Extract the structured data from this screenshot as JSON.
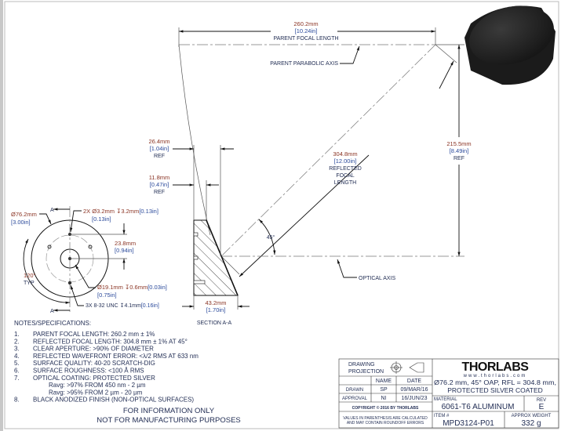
{
  "dimensions": {
    "parent_focal": {
      "mm": "260.2mm",
      "in": "[10.24in]",
      "label": "PARENT FOCAL LENGTH"
    },
    "parent_axis_label": "PARENT PARABOLIC AXIS",
    "height": {
      "mm": "215.5mm",
      "in": "[8.49in]",
      "label": "REF"
    },
    "reflected": {
      "mm": "304.8mm",
      "in": "[12.00in]",
      "label1": "REFLECTED",
      "label2": "FOCAL",
      "label3": "LENGTH"
    },
    "d26": {
      "mm": "26.4mm",
      "in": "[1.04in]",
      "label": "REF"
    },
    "d11": {
      "mm": "11.8mm",
      "in": "[0.47in]",
      "label": "REF"
    },
    "d43": {
      "mm": "43.2mm",
      "in": "[1.70in]"
    },
    "angle": "45°",
    "optical_axis_label": "OPTICAL AXIS",
    "section_label": "SECTION A-A",
    "diameter": {
      "mm": "Ø76.2mm",
      "in": "[3.00in]"
    },
    "holes2x": {
      "text": "2X  Ø3.2mm ↧3.2mm",
      "in1": "[0.13in]",
      "in2": "[0.13in]"
    },
    "d23": {
      "mm": "23.8mm",
      "in": "[0.94in]"
    },
    "angle120": "120°",
    "typ": "TYP",
    "bore": {
      "text": "Ø19.1mm ↧0.6mm",
      "in1": "[0.03in]",
      "in2": "[0.75in]"
    },
    "tapped": {
      "text": "3X 8-32 UNC ↧4.1mm",
      "in": "[0.16in]"
    },
    "section_marker": "A"
  },
  "notes": {
    "title": "NOTES/SPECIFICATIONS:",
    "items": [
      {
        "num": "1.",
        "text": "PARENT FOCAL LENGTH: 260.2 mm ± 1%"
      },
      {
        "num": "2.",
        "text": "REFLECTED FOCAL LENGTH: 304.8 mm ± 1% AT 45°"
      },
      {
        "num": "3.",
        "text": "CLEAR APERTURE: >90% OF DIAMETER"
      },
      {
        "num": "4.",
        "text": "REFLECTED WAVEFRONT ERROR: <λ/2 RMS AT 633 nm"
      },
      {
        "num": "5.",
        "text": "SURFACE QUALITY: 40-20 SCRATCH-DIG"
      },
      {
        "num": "6.",
        "text": "SURFACE ROUGHNESS: <100 Å RMS"
      },
      {
        "num": "7.",
        "text": "OPTICAL COATING: PROTECTED SILVER"
      },
      {
        "num": "",
        "text": "Ravg: >97% FROM 450 nm - 2 µm"
      },
      {
        "num": "",
        "text": "Ravg: >95% FROM 2 µm - 20 µm"
      },
      {
        "num": "8.",
        "text": "BLACK ANODIZED FINISH (NON-OPTICAL SURFACES)"
      }
    ],
    "disclaimer1": "FOR INFORMATION ONLY",
    "disclaimer2": "NOT FOR MANUFACTURING PURPOSES"
  },
  "title_block": {
    "projection_label1": "DRAWING",
    "projection_label2": "PROJECTION",
    "name_header": "NAME",
    "date_header": "DATE",
    "drawn_label": "DRAWN",
    "drawn_name": "SP",
    "drawn_date": "09/MAR/16",
    "approval_label": "APPROVAL",
    "approval_name": "NI",
    "approval_date": "16/JUN/23",
    "copyright": "COPYRIGHT © 2016 BY THORLABS",
    "values_note1": "VALUES IN PARENTHESIS ARE CALCULATED",
    "values_note2": "AND MAY CONTAIN ROUNDOFF ERRORS",
    "logo": "THORLABS",
    "website": "www.thorlabs.com",
    "description1": "Ø76.2 mm, 45° OAP, RFL = 304.8 mm,",
    "description2": "PROTECTED SILVER COATED",
    "material_label": "MATERIAL",
    "material": "6061-T6 ALUMINUM",
    "rev_label": "REV",
    "rev": "E",
    "item_label": "ITEM #",
    "item": "MPD3124-P01",
    "weight_label": "APPROX WEIGHT",
    "weight": "332 g"
  },
  "colors": {
    "mm": "#8a3323",
    "inch": "#2b4a9b",
    "label": "#1f2b52"
  }
}
